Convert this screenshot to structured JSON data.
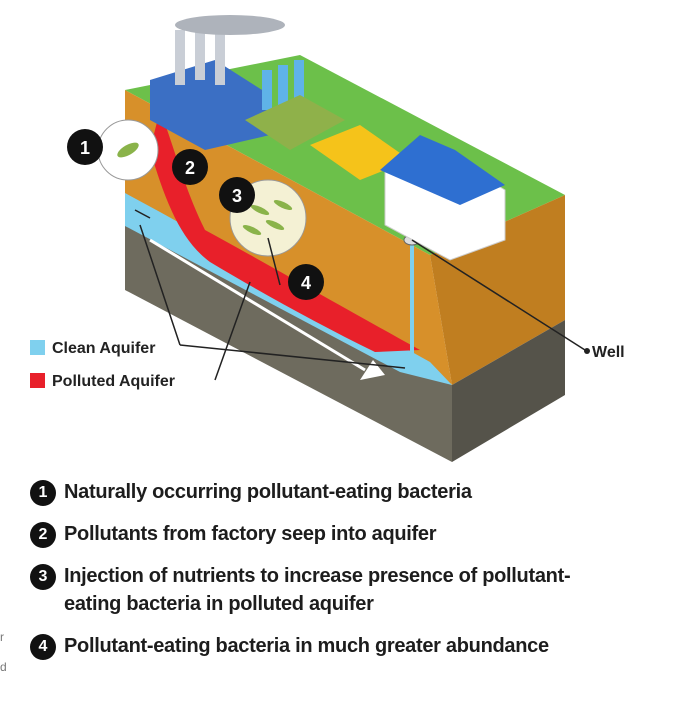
{
  "legend": {
    "clean": "Clean Aquifer",
    "polluted": "Polluted Aquifer",
    "well": "Well"
  },
  "badges": [
    "1",
    "2",
    "3",
    "4"
  ],
  "items": [
    {
      "num": "1",
      "text": "Naturally occurring pollutant-eating bacteria"
    },
    {
      "num": "2",
      "text": "Pollutants from factory seep into aquifer"
    },
    {
      "num": "3",
      "text": "Injection of nutrients to increase presence of pollutant-eating bacteria in polluted aquifer"
    },
    {
      "num": "4",
      "text": "Pollutant-eating bacteria in much greater abundance"
    }
  ],
  "edge_fragments": [
    "r",
    "d"
  ],
  "colors": {
    "grass": "#6cc04a",
    "soil": "#d7902a",
    "bedrock": "#6e6b5e",
    "clean_aquifer": "#7fd0ee",
    "polluted_aquifer": "#e8202a",
    "factory": "#3b6fc4",
    "house_roof": "#2e6fd1"
  }
}
